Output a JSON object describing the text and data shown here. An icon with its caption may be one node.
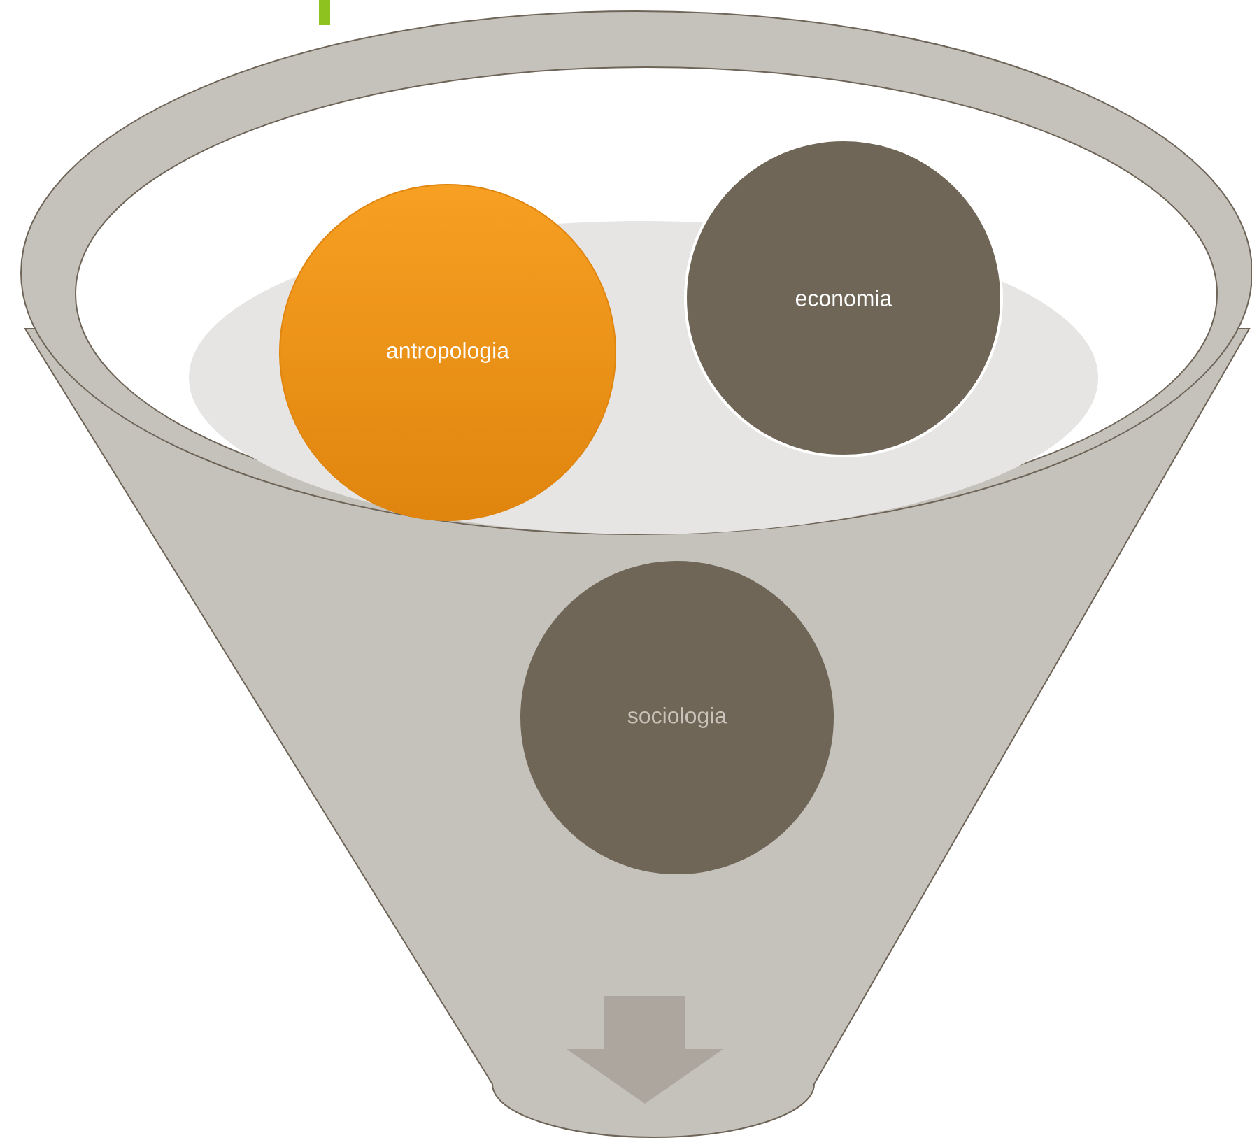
{
  "diagram": {
    "nodes": [
      {
        "text": [
          "antropologia"
        ]
      },
      {
        "text": [
          "economia"
        ]
      },
      {
        "text": [
          "sociologia"
        ]
      }
    ]
  }
}
